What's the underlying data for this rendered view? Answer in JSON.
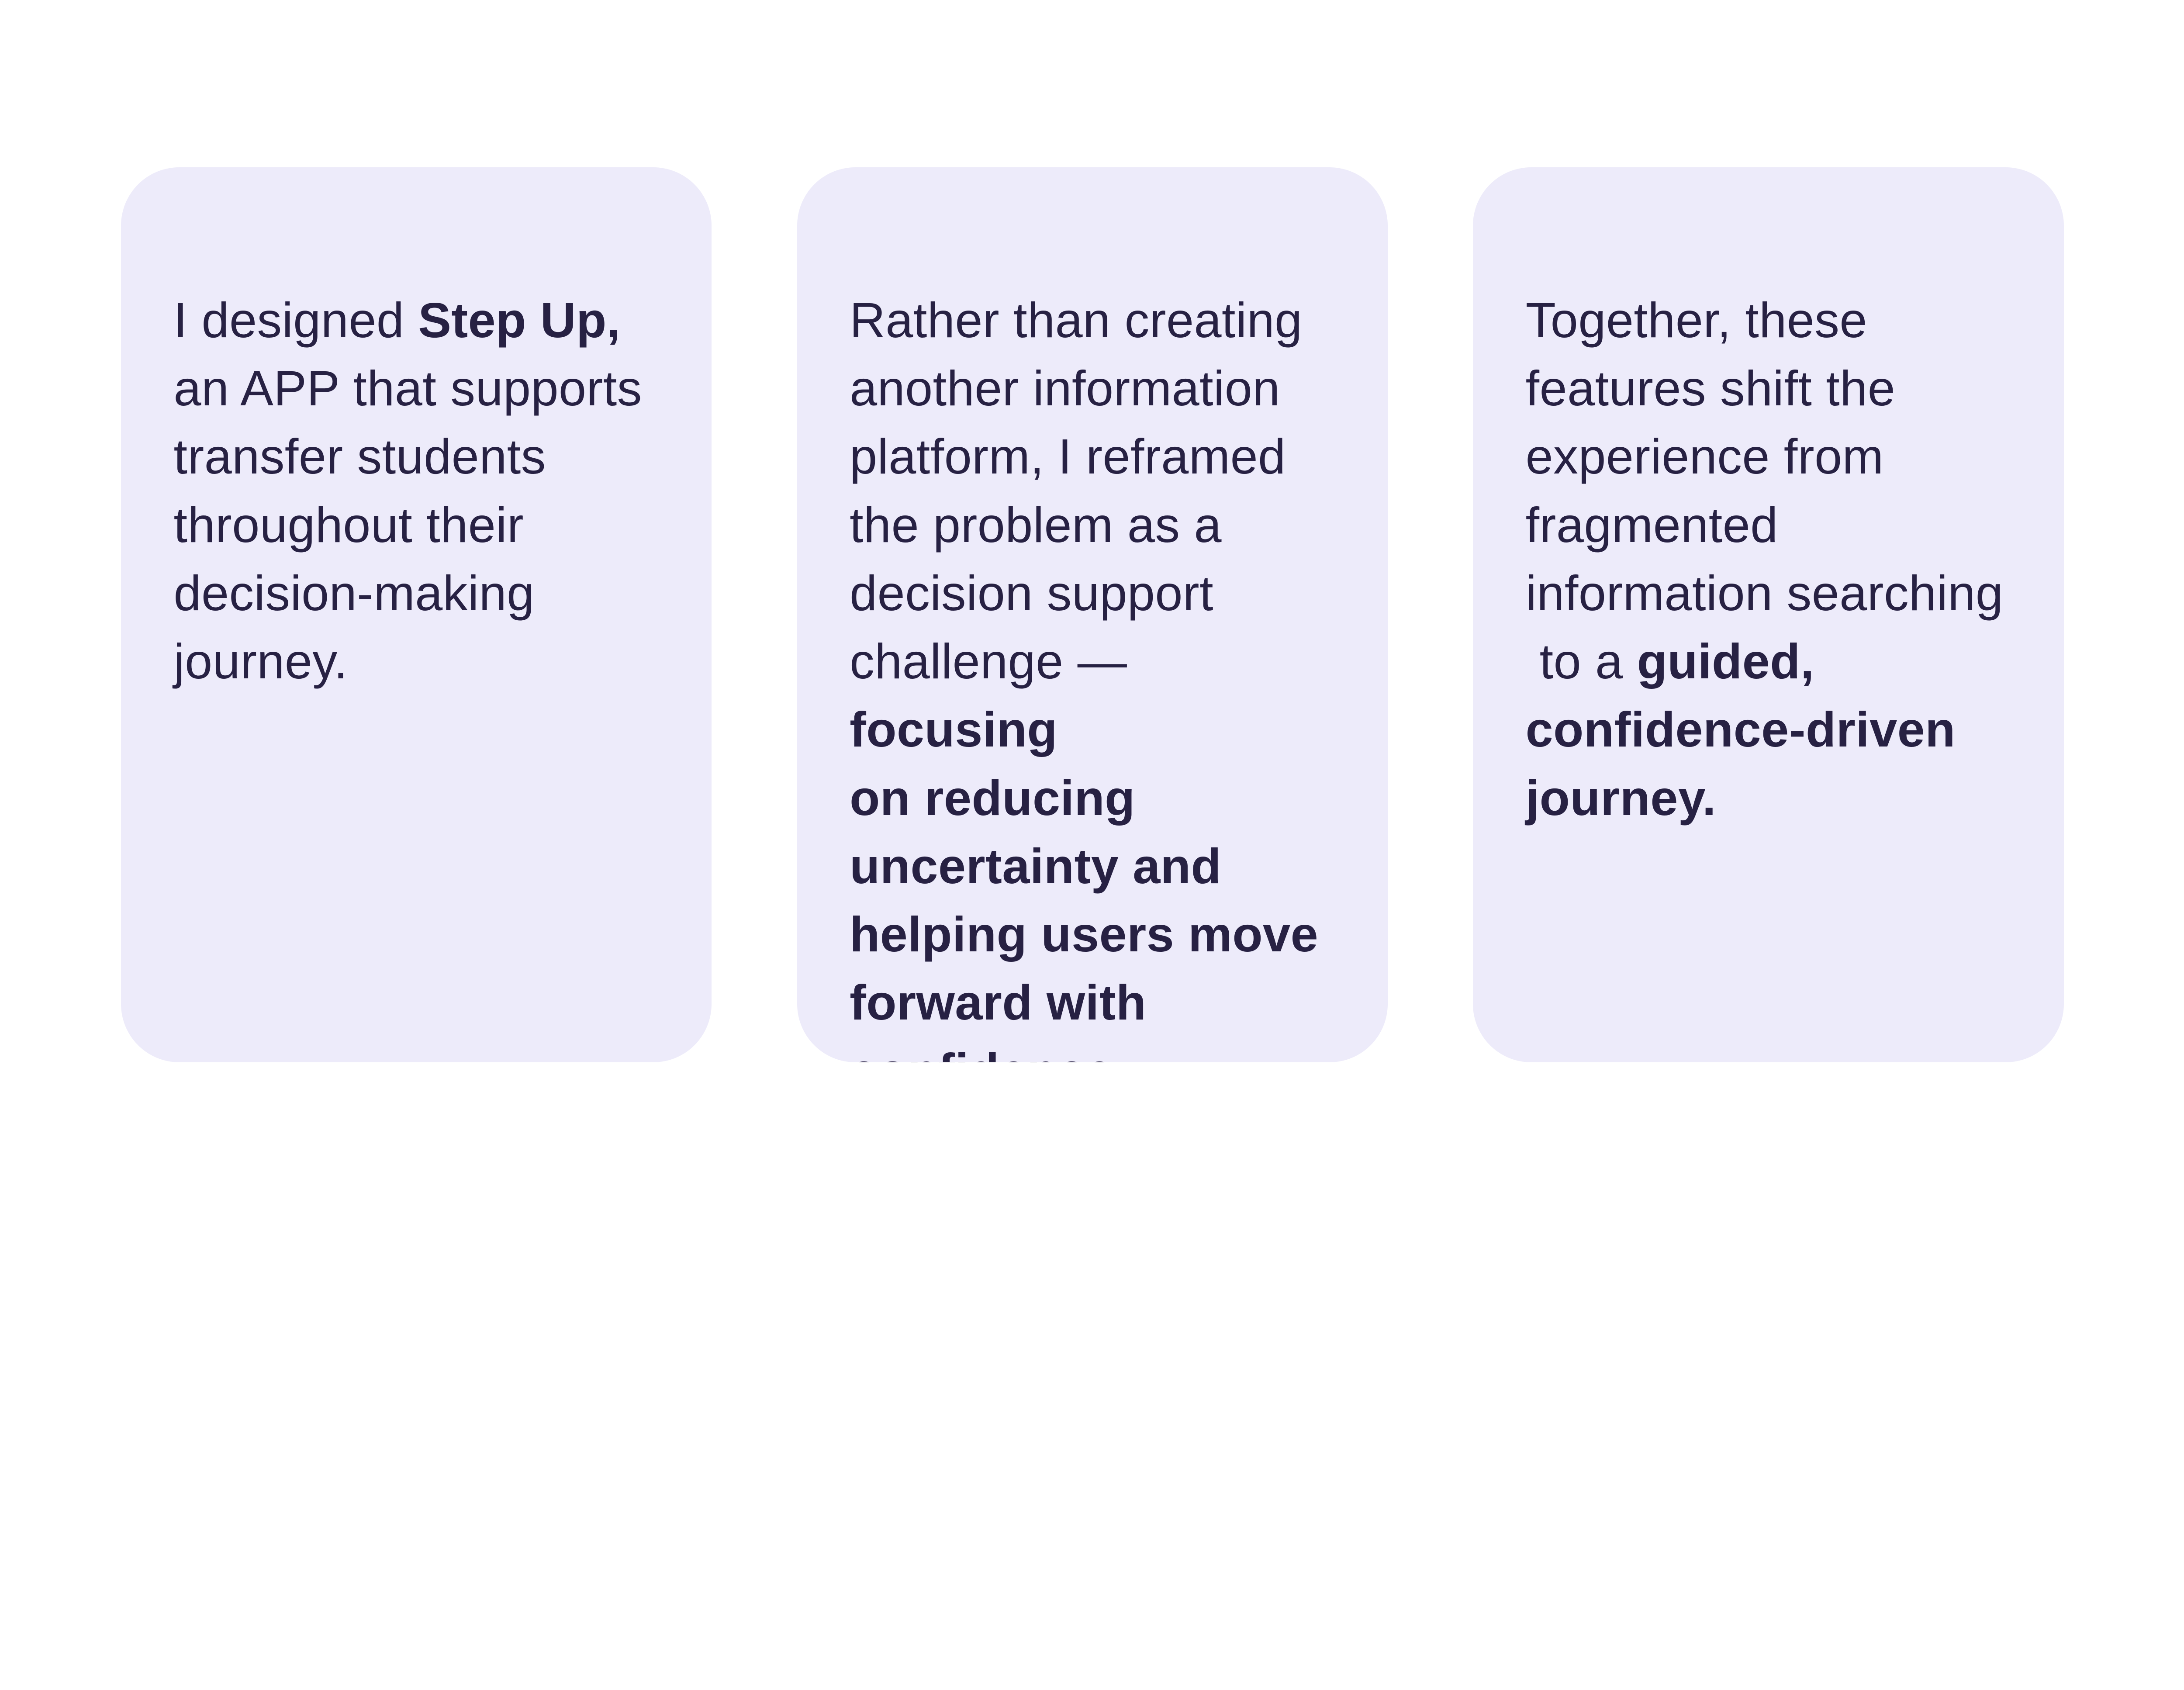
{
  "page": {
    "background": "#ffffff"
  },
  "theme": {
    "card_background": "#edebfa",
    "text_color": "#272143"
  },
  "cards": [
    {
      "background": "#edebfa",
      "text_color": "#272143",
      "segments": [
        {
          "text": "I designed ",
          "bold": false
        },
        {
          "text": "Step Up,",
          "bold": true
        },
        {
          "text": "\nan APP that supports\ntransfer students\nthroughout their\ndecision-making\njourney.",
          "bold": false
        }
      ]
    },
    {
      "background": "#edebfa",
      "text_color": "#272143",
      "segments": [
        {
          "text": "Rather than creating\nanother information\nplatform, I reframed\nthe problem as a\ndecision support\nchallenge — ",
          "bold": false
        },
        {
          "text": "focusing\non reducing\nuncertainty and\nhelping users move\nforward with\nconfidence.",
          "bold": true
        }
      ]
    },
    {
      "background": "#edebfa",
      "text_color": "#272143",
      "segments": [
        {
          "text": "Together, these\nfeatures shift the\nexperience from\nfragmented\ninformation searching\n to a ",
          "bold": false
        },
        {
          "text": "guided,\nconfidence-driven\njourney.",
          "bold": true
        }
      ]
    }
  ]
}
